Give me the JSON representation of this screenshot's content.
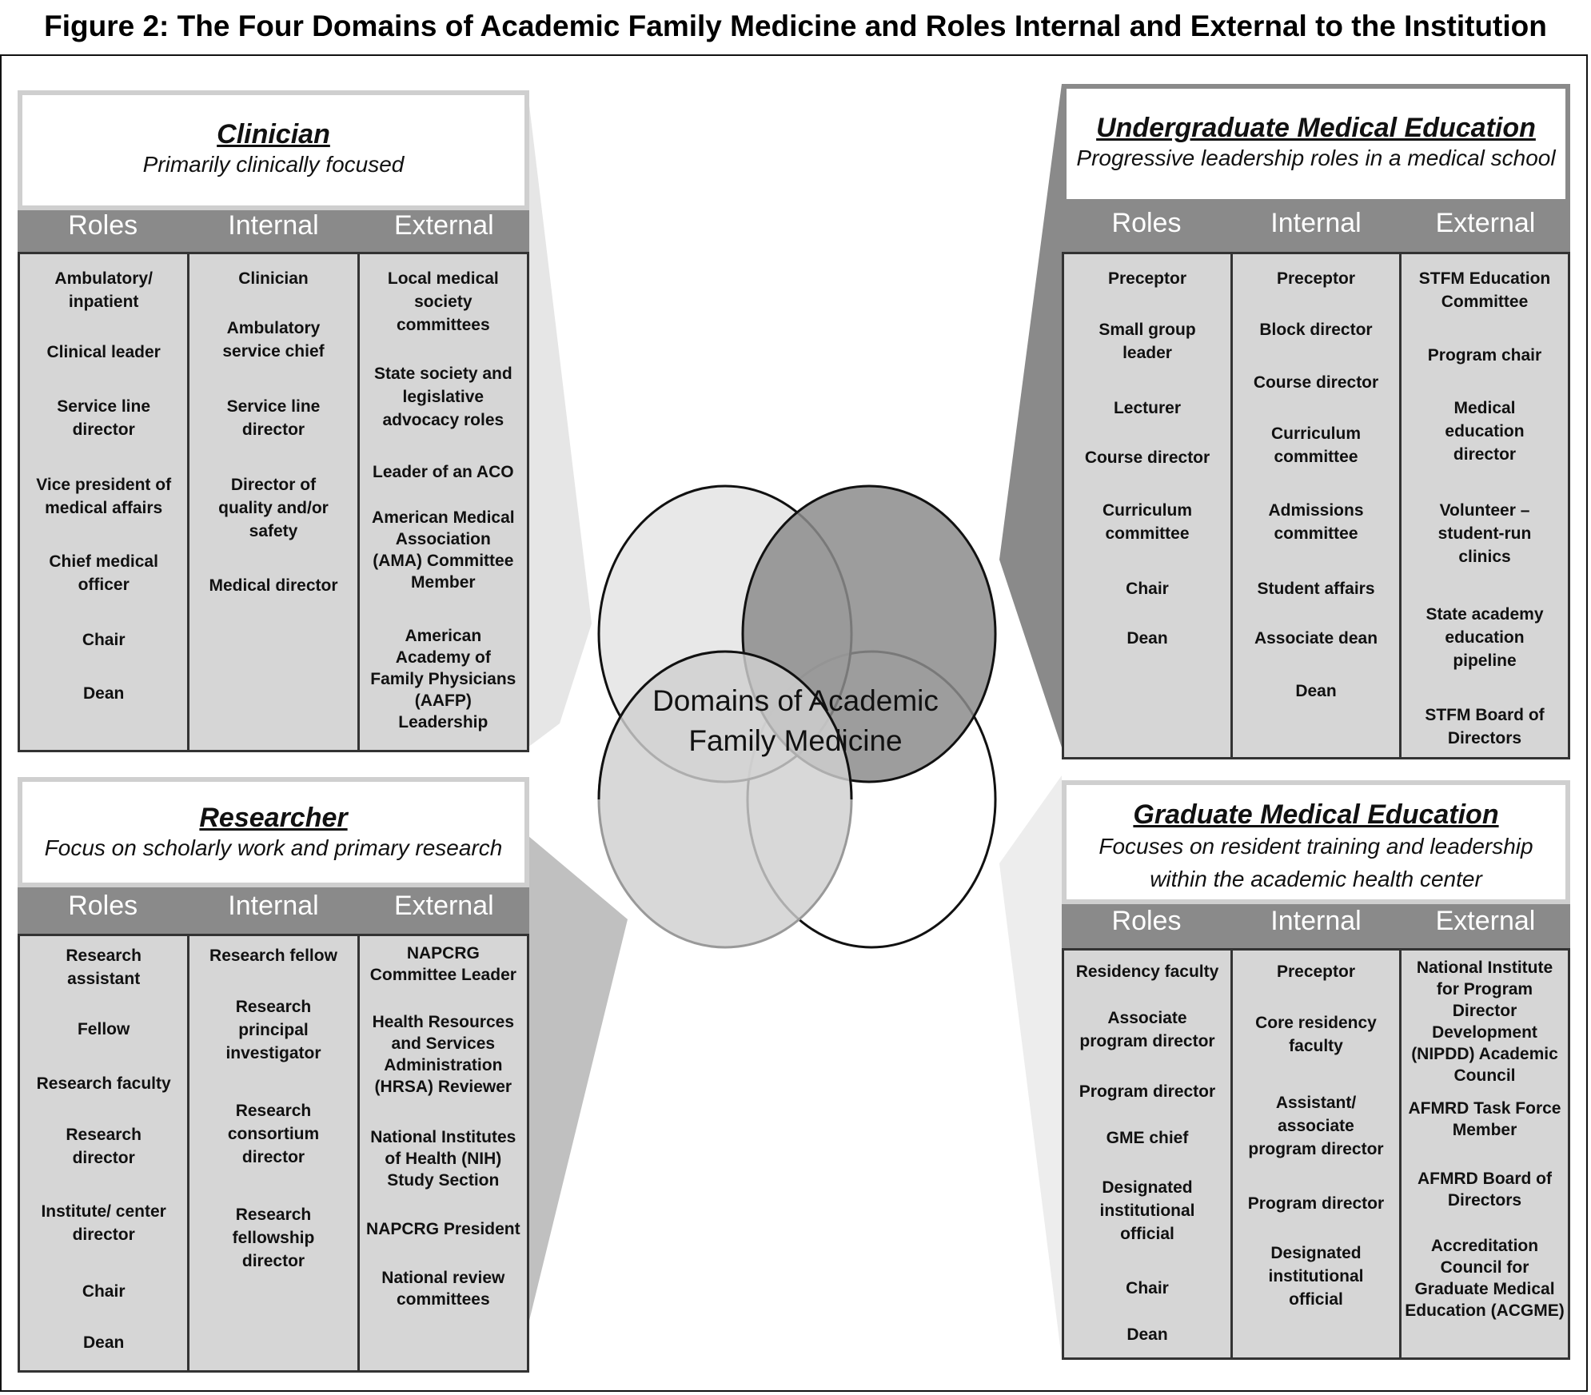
{
  "figure_title": "Figure 2: The Four Domains of Academic Family Medicine and Roles Internal and External to the Institution",
  "center_label": "Domains of Academic\nFamily Medicine",
  "columns": [
    "Roles",
    "Internal",
    "External"
  ],
  "panels": {
    "clinician": {
      "title": "Clinician",
      "subtitle": "Primarily clinically focused",
      "roles": [
        "Ambulatory/\ninpatient",
        "Clinical leader",
        "Service line\ndirector",
        "Vice president of\nmedical affairs",
        "Chief medical\nofficer",
        "Chair",
        "Dean"
      ],
      "internal": [
        "Clinician",
        "Ambulatory\nservice chief",
        "Service line\ndirector",
        "Director of\nquality and/or\nsafety",
        "Medical director"
      ],
      "external": [
        "Local medical\nsociety\ncommittees",
        "State society and\nlegislative\nadvocacy roles",
        "Leader of an ACO",
        "American Medical\nAssociation\n(AMA) Committee\nMember",
        "American\nAcademy of\nFamily Physicians\n(AAFP)\nLeadership"
      ]
    },
    "ume": {
      "title": "Undergraduate Medical Education",
      "subtitle": "Progressive leadership roles in a medical school",
      "roles": [
        "Preceptor",
        "Small group\nleader",
        "Lecturer",
        "Course director",
        "Curriculum\ncommittee",
        "Chair",
        "Dean"
      ],
      "internal": [
        "Preceptor",
        "Block director",
        "Course director",
        "Curriculum\ncommittee",
        "Admissions\ncommittee",
        "Student affairs",
        "Associate dean",
        "Dean"
      ],
      "external": [
        "STFM Education\nCommittee",
        "Program chair",
        "Medical\neducation\ndirector",
        "Volunteer –\nstudent-run\nclinics",
        "State academy\neducation\npipeline",
        "STFM Board of\nDirectors"
      ]
    },
    "researcher": {
      "title": "Researcher",
      "subtitle": "Focus on scholarly work and primary research",
      "roles": [
        "Research\nassistant",
        "Fellow",
        "Research faculty",
        "Research\ndirector",
        "Institute/ center\ndirector",
        "Chair",
        "Dean"
      ],
      "internal": [
        "Research fellow",
        "Research\nprincipal\ninvestigator",
        "Research\nconsortium\ndirector",
        "Research\nfellowship\ndirector"
      ],
      "external": [
        "NAPCRG\nCommittee Leader",
        "Health Resources\nand  Services\nAdministration\n(HRSA) Reviewer",
        "National Institutes\nof Health (NIH)\nStudy Section",
        "NAPCRG President",
        "National review\ncommittees"
      ]
    },
    "gme": {
      "title": "Graduate Medical Education",
      "subtitle": "Focuses on resident training and leadership\nwithin the academic health center",
      "roles": [
        "Residency faculty",
        "Associate\nprogram director",
        "Program director",
        "GME chief",
        "Designated\ninstitutional\nofficial",
        "Chair",
        "Dean"
      ],
      "internal": [
        "Preceptor",
        "Core residency\nfaculty",
        "Assistant/\nassociate\nprogram director",
        "Program director",
        "Designated\ninstitutional\nofficial"
      ],
      "external": [
        "National Institute\nfor Program\nDirector\nDevelopment\n(NIPDD) Academic\nCouncil",
        "AFMRD Task Force\nMember",
        "AFMRD Board of\nDirectors",
        "Accreditation\nCouncil for\nGraduate Medical\nEducation (ACGME)"
      ]
    }
  }
}
